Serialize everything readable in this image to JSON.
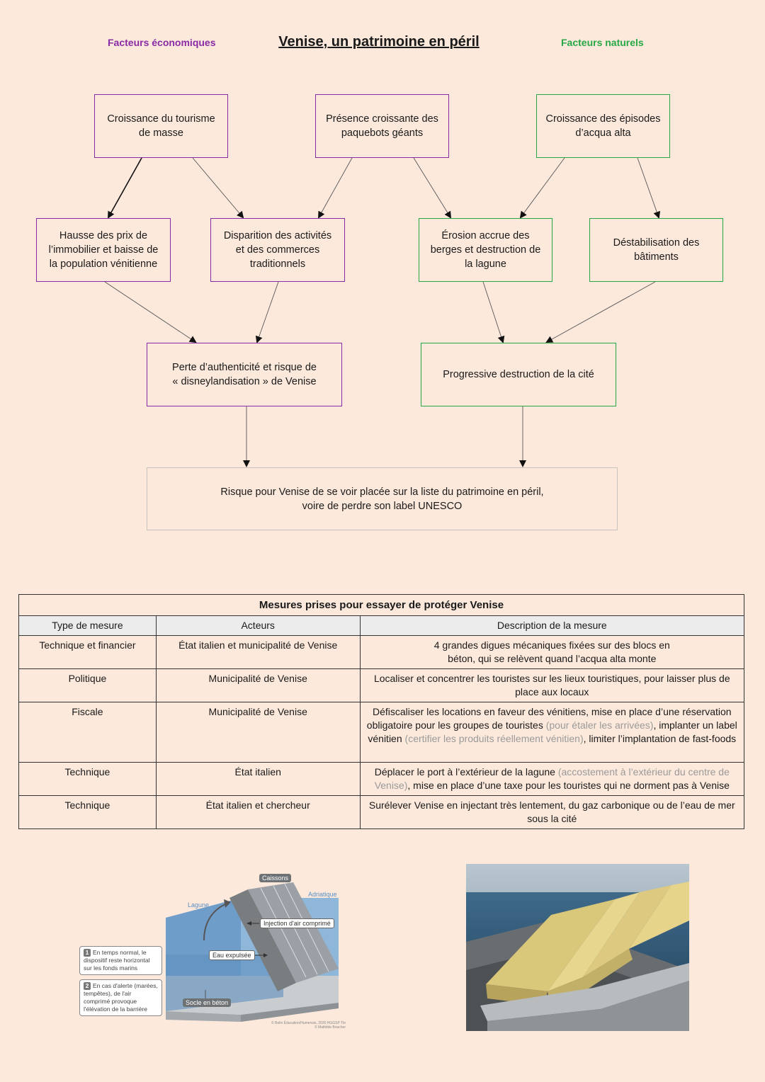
{
  "header": {
    "left_label": "Facteurs économiques",
    "title": "Venise, un patrimoine en péril",
    "right_label": "Facteurs naturels"
  },
  "colors": {
    "economic": "#8a2aa6",
    "natural": "#27a845",
    "background": "#fce9dc"
  },
  "diagram": {
    "tourism": [
      "Croissance du tourisme",
      "de masse"
    ],
    "cruise": [
      "Présence croissante des",
      "paquebots géants"
    ],
    "acqua": [
      "Croissance des épisodes",
      "d’acqua alta"
    ],
    "prices": [
      "Hausse des prix de",
      "l’immobilier et baisse de",
      "la population vénitienne"
    ],
    "disappear": [
      "Disparition des activités",
      "et des commerces",
      "traditionnels"
    ],
    "erosion": [
      "Érosion accrue des",
      "berges et destruction de",
      "la lagune"
    ],
    "destab": [
      "Déstabilisation des",
      "bâtiments"
    ],
    "authenticity": [
      "Perte d’authenticité et risque de",
      "« disneylandisation » de Venise"
    ],
    "destruction": [
      "Progressive destruction de la cité"
    ],
    "risk": [
      "Risque pour Venise de se voir placée sur la liste du patrimoine en péril,",
      "voire de perdre son label UNESCO"
    ]
  },
  "table": {
    "caption": "Mesures prises pour essayer de protéger Venise",
    "headers": [
      "Type de mesure",
      "Acteurs",
      "Description de la mesure"
    ],
    "rows": [
      {
        "type": "Technique et financier",
        "actors": "État italien et municipalité de Venise",
        "desc": [
          "4 grandes digues mécaniques fixées sur des blocs en",
          "béton, qui se relèvent quand l’acqua alta monte"
        ]
      },
      {
        "type": "Politique",
        "actors": "Municipalité de Venise",
        "desc": [
          "Localiser et concentrer les touristes sur les lieux touristiques, pour laisser plus de",
          "place aux locaux"
        ]
      },
      {
        "type": "Fiscale",
        "actors": "Municipalité de Venise",
        "desc_parts": [
          "Défiscaliser les locations en faveur des vénitiens, mise en place d’une réservation obligatoire pour les groupes de touristes ",
          "(pour étaler les arrivées)",
          ", implanter un label vénitien ",
          "(certifier les produits réellement vénitien)",
          ", limiter l’implantation de fast-foods"
        ]
      },
      {
        "type": "Technique",
        "actors": "État italien",
        "desc_parts": [
          "Déplacer le port à l’extérieur de la lagune ",
          "(accostement à l’extérieur du centre de Venise)",
          ", mise en place d’une taxe pour les touristes qui ne dorment pas à Venise"
        ]
      },
      {
        "type": "Technique",
        "actors": "État italien et chercheur",
        "desc": [
          "Surélever Venise en injectant très lentement, du gaz carbonique ou de l’eau de mer",
          "sous la cité"
        ]
      }
    ]
  },
  "mose_figure": {
    "caissons": "Caissons",
    "adriatique": "Adriatique",
    "lagune": "Lagune",
    "injection": "Injection d'air comprimé",
    "eau": "Eau expulsée",
    "socle": "Socle en béton",
    "legend1_num": "1",
    "legend1": "En temps normal, le dispositif reste horizontal sur les fonds marins",
    "legend2_num": "2",
    "legend2": "En cas d'alerte (marées, tempêtes), de l'air comprimé provoque l'élévation de la barrière",
    "credit1": "© Belin Éducation/Humensis, 2020 HGGSP Tle",
    "credit2": "© Mathilde Boucher"
  }
}
